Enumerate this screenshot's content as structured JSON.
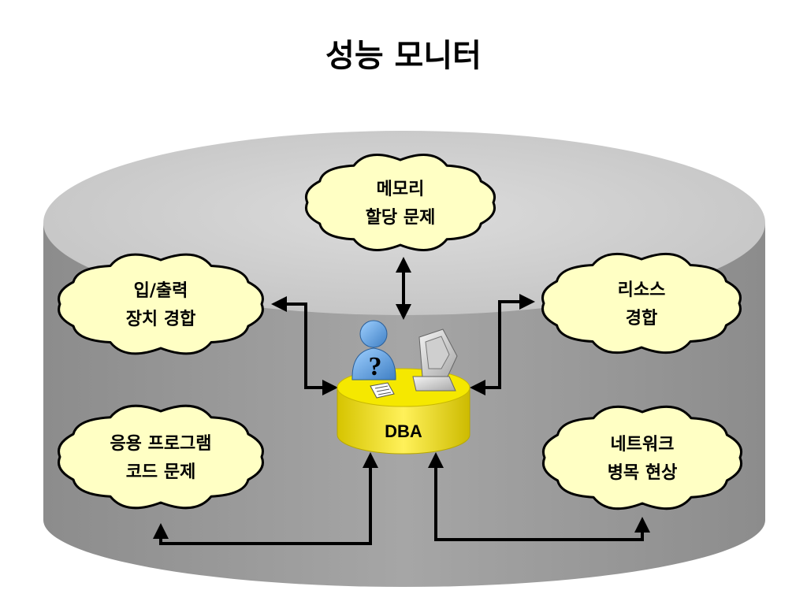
{
  "title": "성능 모니터",
  "center": {
    "label": "DBA",
    "question_mark": "?"
  },
  "nodes": [
    {
      "id": "memory",
      "lines": [
        "메모리",
        "할당 문제"
      ]
    },
    {
      "id": "io",
      "lines": [
        "입/출력",
        "장치 경합"
      ]
    },
    {
      "id": "resource",
      "lines": [
        "리소스",
        "경합"
      ]
    },
    {
      "id": "appcode",
      "lines": [
        "응용 프로그램",
        "코드 문제"
      ]
    },
    {
      "id": "network",
      "lines": [
        "네트워크",
        "병목 현상"
      ]
    }
  ],
  "colors": {
    "cylinder_top": "#d4d4d4",
    "cylinder_side": "#999999",
    "cloud_fill": "#ffffc4",
    "dba_platform": "#f2e400",
    "person": "#6aaee8",
    "arrow": "#000000"
  },
  "icons": [
    "person-icon",
    "computer-icon",
    "document-icon"
  ]
}
